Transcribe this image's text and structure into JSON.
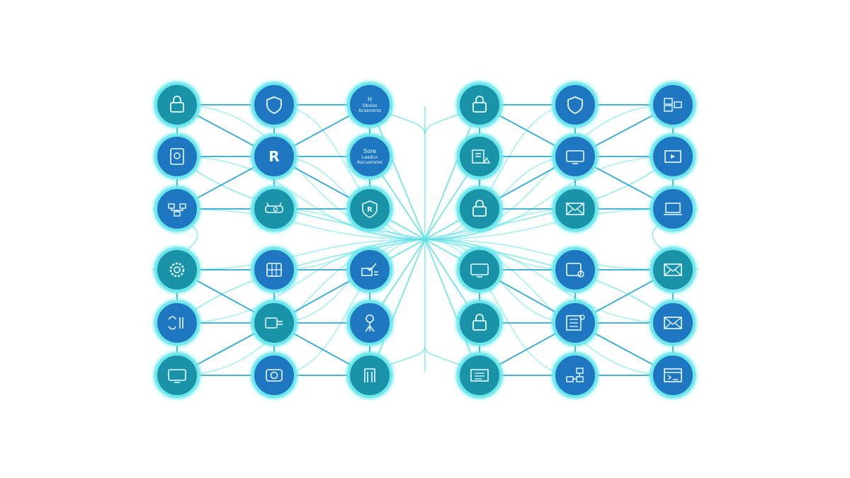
{
  "colors": {
    "background": "#ffffff",
    "edge": "#2ba8d6",
    "curve": "#5fe0e6",
    "node_ring": "#6ee8ec",
    "node_fill_blue": "#1f77c2",
    "node_fill_teal": "#1a93a8",
    "icon_stroke": "#e8fbff"
  },
  "nodes": [
    {
      "id": "n-l-1-1",
      "icon": "lock-icon",
      "tone": "teal"
    },
    {
      "id": "n-l-1-2",
      "icon": "shield-icon",
      "tone": "blue"
    },
    {
      "id": "n-l-1-3",
      "icon": "text-icon",
      "tone": "blue",
      "text": [
        "H",
        "Dbsiss",
        "Acssnorss"
      ]
    },
    {
      "id": "n-l-2-1",
      "icon": "tablet-icon",
      "tone": "blue"
    },
    {
      "id": "n-l-2-2",
      "icon": "letter-r-icon",
      "tone": "blue",
      "text": [
        "R"
      ]
    },
    {
      "id": "n-l-2-3",
      "icon": "text-icon",
      "tone": "blue",
      "text": [
        "Sore",
        "Lasdco",
        "Ascuarores"
      ]
    },
    {
      "id": "n-l-3-1",
      "icon": "network-icon",
      "tone": "blue"
    },
    {
      "id": "n-l-3-2",
      "icon": "router-icon",
      "tone": "teal"
    },
    {
      "id": "n-l-3-3",
      "icon": "r-shield-icon",
      "tone": "teal"
    },
    {
      "id": "n-l-4-1",
      "icon": "gear-icon",
      "tone": "teal"
    },
    {
      "id": "n-l-4-2",
      "icon": "grid-icon",
      "tone": "blue"
    },
    {
      "id": "n-l-4-3",
      "icon": "checklist-icon",
      "tone": "blue"
    },
    {
      "id": "n-l-5-1",
      "icon": "transfer-icon",
      "tone": "blue"
    },
    {
      "id": "n-l-5-2",
      "icon": "device-icon",
      "tone": "teal"
    },
    {
      "id": "n-l-5-3",
      "icon": "user-network-icon",
      "tone": "blue"
    },
    {
      "id": "n-l-6-1",
      "icon": "monitor-icon",
      "tone": "teal"
    },
    {
      "id": "n-l-6-2",
      "icon": "camera-icon",
      "tone": "blue"
    },
    {
      "id": "n-l-6-3",
      "icon": "door-icon",
      "tone": "teal"
    },
    {
      "id": "n-r-1-1",
      "icon": "lock-icon",
      "tone": "teal"
    },
    {
      "id": "n-r-1-2",
      "icon": "shield-icon",
      "tone": "blue"
    },
    {
      "id": "n-r-1-3",
      "icon": "server-icon",
      "tone": "blue"
    },
    {
      "id": "n-r-2-1",
      "icon": "document-warning-icon",
      "tone": "teal"
    },
    {
      "id": "n-r-2-2",
      "icon": "monitor-icon",
      "tone": "blue"
    },
    {
      "id": "n-r-2-3",
      "icon": "screen-icon",
      "tone": "blue"
    },
    {
      "id": "n-r-3-1",
      "icon": "lock-icon",
      "tone": "teal"
    },
    {
      "id": "n-r-3-2",
      "icon": "envelope-icon",
      "tone": "teal"
    },
    {
      "id": "n-r-3-3",
      "icon": "laptop-icon",
      "tone": "blue"
    },
    {
      "id": "n-r-4-1",
      "icon": "monitor-icon",
      "tone": "teal"
    },
    {
      "id": "n-r-4-2",
      "icon": "window-icon",
      "tone": "blue"
    },
    {
      "id": "n-r-4-3",
      "icon": "envelope-icon",
      "tone": "teal"
    },
    {
      "id": "n-r-5-1",
      "icon": "lock-icon",
      "tone": "teal"
    },
    {
      "id": "n-r-5-2",
      "icon": "dashboard-icon",
      "tone": "blue"
    },
    {
      "id": "n-r-5-3",
      "icon": "envelope-icon",
      "tone": "blue"
    },
    {
      "id": "n-r-6-1",
      "icon": "document-icon",
      "tone": "teal"
    },
    {
      "id": "n-r-6-2",
      "icon": "flowchart-icon",
      "tone": "blue"
    },
    {
      "id": "n-r-6-3",
      "icon": "terminal-icon",
      "tone": "blue"
    }
  ],
  "edges": [
    [
      "n-l-1-1",
      "n-l-1-2"
    ],
    [
      "n-l-1-2",
      "n-l-1-3"
    ],
    [
      "n-l-2-1",
      "n-l-2-2"
    ],
    [
      "n-l-2-2",
      "n-l-2-3"
    ],
    [
      "n-l-3-1",
      "n-l-3-2"
    ],
    [
      "n-l-3-2",
      "n-l-3-3"
    ],
    [
      "n-l-4-1",
      "n-l-4-2"
    ],
    [
      "n-l-4-2",
      "n-l-4-3"
    ],
    [
      "n-l-5-1",
      "n-l-5-2"
    ],
    [
      "n-l-5-2",
      "n-l-5-3"
    ],
    [
      "n-l-6-1",
      "n-l-6-2"
    ],
    [
      "n-l-6-2",
      "n-l-6-3"
    ],
    [
      "n-l-1-1",
      "n-l-2-1"
    ],
    [
      "n-l-2-1",
      "n-l-3-1"
    ],
    [
      "n-l-4-1",
      "n-l-5-1"
    ],
    [
      "n-l-5-1",
      "n-l-6-1"
    ],
    [
      "n-l-1-2",
      "n-l-2-2"
    ],
    [
      "n-l-2-2",
      "n-l-3-2"
    ],
    [
      "n-l-4-2",
      "n-l-5-2"
    ],
    [
      "n-l-5-2",
      "n-l-6-2"
    ],
    [
      "n-l-1-3",
      "n-l-2-3"
    ],
    [
      "n-l-2-3",
      "n-l-3-3"
    ],
    [
      "n-l-4-3",
      "n-l-5-3"
    ],
    [
      "n-l-5-3",
      "n-l-6-3"
    ],
    [
      "n-l-1-1",
      "n-l-2-2"
    ],
    [
      "n-l-2-2",
      "n-l-1-3"
    ],
    [
      "n-l-2-2",
      "n-l-3-1"
    ],
    [
      "n-l-2-2",
      "n-l-3-3"
    ],
    [
      "n-l-4-1",
      "n-l-5-2"
    ],
    [
      "n-l-5-2",
      "n-l-6-1"
    ],
    [
      "n-l-5-2",
      "n-l-6-3"
    ],
    [
      "n-l-4-3",
      "n-l-5-2"
    ],
    [
      "n-r-1-1",
      "n-r-1-2"
    ],
    [
      "n-r-1-2",
      "n-r-1-3"
    ],
    [
      "n-r-2-1",
      "n-r-2-2"
    ],
    [
      "n-r-2-2",
      "n-r-2-3"
    ],
    [
      "n-r-3-1",
      "n-r-3-2"
    ],
    [
      "n-r-3-2",
      "n-r-3-3"
    ],
    [
      "n-r-4-1",
      "n-r-4-2"
    ],
    [
      "n-r-4-2",
      "n-r-4-3"
    ],
    [
      "n-r-5-1",
      "n-r-5-2"
    ],
    [
      "n-r-5-2",
      "n-r-5-3"
    ],
    [
      "n-r-6-1",
      "n-r-6-2"
    ],
    [
      "n-r-6-2",
      "n-r-6-3"
    ],
    [
      "n-r-1-1",
      "n-r-2-1"
    ],
    [
      "n-r-2-1",
      "n-r-3-1"
    ],
    [
      "n-r-4-1",
      "n-r-5-1"
    ],
    [
      "n-r-5-1",
      "n-r-6-1"
    ],
    [
      "n-r-1-2",
      "n-r-2-2"
    ],
    [
      "n-r-2-2",
      "n-r-3-2"
    ],
    [
      "n-r-4-2",
      "n-r-5-2"
    ],
    [
      "n-r-5-2",
      "n-r-6-2"
    ],
    [
      "n-r-1-3",
      "n-r-2-3"
    ],
    [
      "n-r-2-3",
      "n-r-3-3"
    ],
    [
      "n-r-4-3",
      "n-r-5-3"
    ],
    [
      "n-r-5-3",
      "n-r-6-3"
    ],
    [
      "n-r-1-1",
      "n-r-2-2"
    ],
    [
      "n-r-2-2",
      "n-r-1-3"
    ],
    [
      "n-r-2-2",
      "n-r-3-1"
    ],
    [
      "n-r-2-2",
      "n-r-3-3"
    ],
    [
      "n-r-4-1",
      "n-r-5-2"
    ],
    [
      "n-r-5-2",
      "n-r-6-1"
    ],
    [
      "n-r-5-2",
      "n-r-6-3"
    ],
    [
      "n-r-4-3",
      "n-r-5-2"
    ]
  ]
}
